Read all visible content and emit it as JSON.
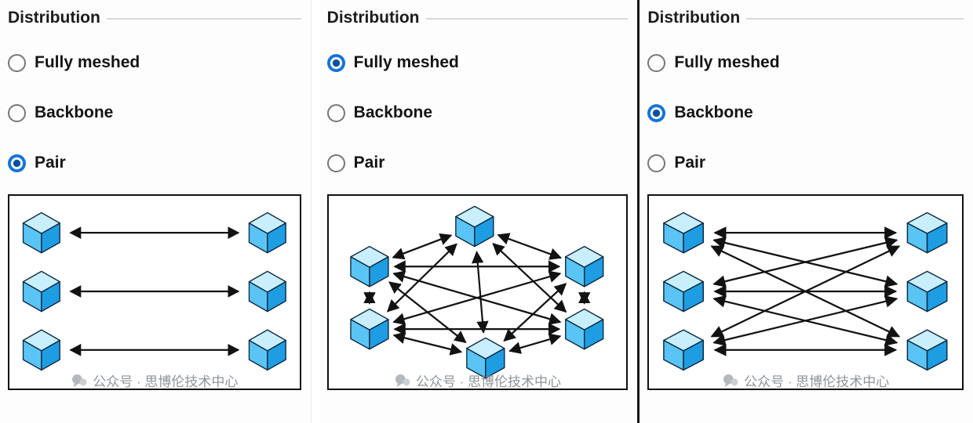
{
  "colors": {
    "radio_selected": "#0a6ed1",
    "cube_top": "#c9effe",
    "cube_left": "#5ac4f5",
    "cube_right": "#1f9de2",
    "line": "#121212",
    "watermark": "#8e959b"
  },
  "panels": [
    {
      "title": "Distribution",
      "options": [
        {
          "label": "Fully meshed",
          "selected": false
        },
        {
          "label": "Backbone",
          "selected": false
        },
        {
          "label": "Pair",
          "selected": true
        }
      ],
      "diagram": "pair",
      "watermark": "公众号 · 思博伦技术中心"
    },
    {
      "title": "Distribution",
      "options": [
        {
          "label": "Fully meshed",
          "selected": true
        },
        {
          "label": "Backbone",
          "selected": false
        },
        {
          "label": "Pair",
          "selected": false
        }
      ],
      "diagram": "mesh",
      "watermark": "公众号 · 思博伦技术中心"
    },
    {
      "title": "Distribution",
      "options": [
        {
          "label": "Fully meshed",
          "selected": false
        },
        {
          "label": "Backbone",
          "selected": true
        },
        {
          "label": "Pair",
          "selected": false
        }
      ],
      "diagram": "backbone",
      "watermark": "公众号 · 思博伦技术中心"
    }
  ]
}
